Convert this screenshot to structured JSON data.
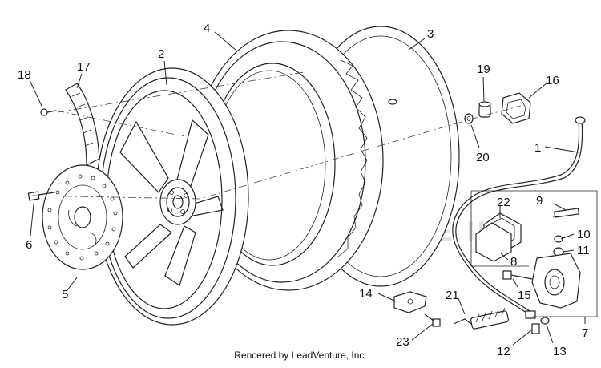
{
  "diagram": {
    "callouts": [
      {
        "id": "c1",
        "label": "1"
      },
      {
        "id": "c2",
        "label": "2"
      },
      {
        "id": "c3",
        "label": "3"
      },
      {
        "id": "c4",
        "label": "4"
      },
      {
        "id": "c5",
        "label": "5"
      },
      {
        "id": "c6",
        "label": "6"
      },
      {
        "id": "c7",
        "label": "7"
      },
      {
        "id": "c8",
        "label": "8"
      },
      {
        "id": "c9",
        "label": "9"
      },
      {
        "id": "c10",
        "label": "10"
      },
      {
        "id": "c11",
        "label": "11"
      },
      {
        "id": "c12",
        "label": "12"
      },
      {
        "id": "c13",
        "label": "13"
      },
      {
        "id": "c14",
        "label": "14"
      },
      {
        "id": "c15",
        "label": "15"
      },
      {
        "id": "c16",
        "label": "16"
      },
      {
        "id": "c17",
        "label": "17"
      },
      {
        "id": "c18",
        "label": "18"
      },
      {
        "id": "c19",
        "label": "19"
      },
      {
        "id": "c20",
        "label": "20"
      },
      {
        "id": "c21",
        "label": "21"
      },
      {
        "id": "c22",
        "label": "22"
      },
      {
        "id": "c23",
        "label": "23"
      }
    ],
    "watermark": "LEADVENTURE INC",
    "footer": "Rencered by LeadVenture, Inc."
  }
}
